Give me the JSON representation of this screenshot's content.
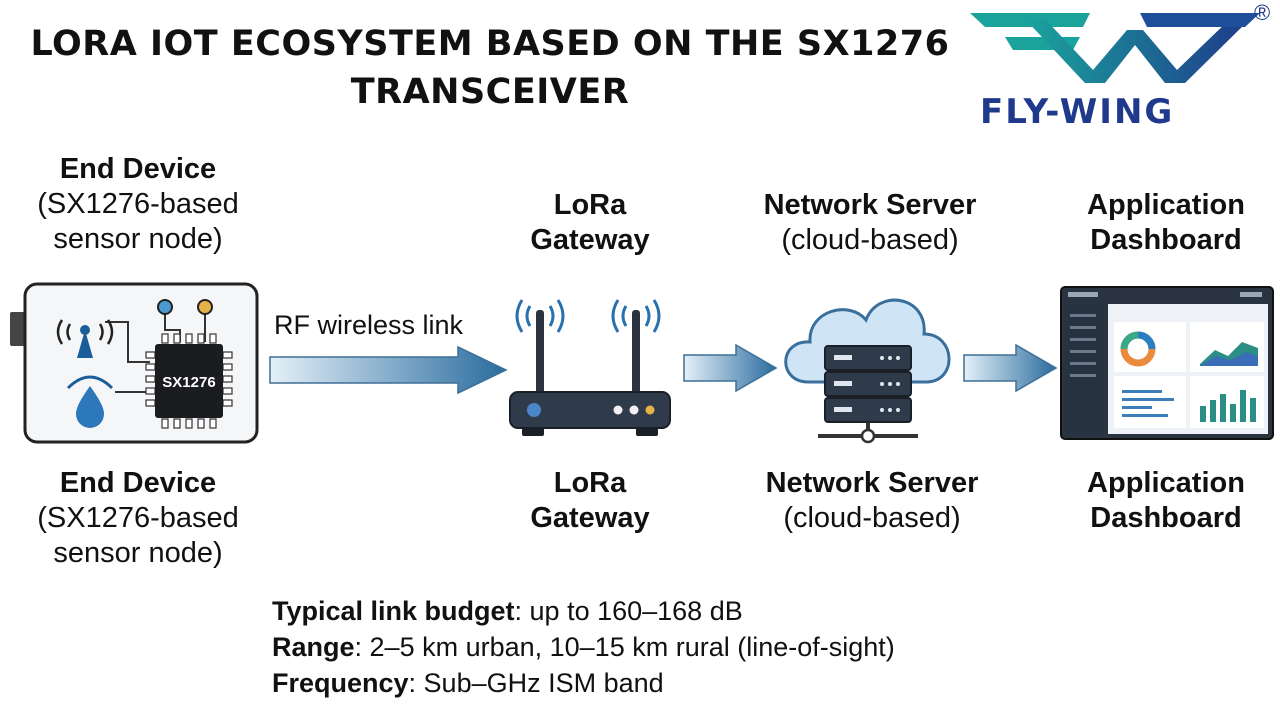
{
  "title": {
    "line1": "LORA IOT ECOSYSTEM BASED ON THE SX1276",
    "line2": "TRANSCEIVER"
  },
  "logo": {
    "text": "FLY-WING",
    "registered": "®",
    "colors": {
      "teal": "#1a9a9a",
      "blue": "#1f3a8c"
    }
  },
  "nodes": {
    "end_device": {
      "title": "End Device",
      "sub1": "(SX1276-based",
      "sub2": "sensor node)",
      "chip": "SX1276"
    },
    "gateway": {
      "title1": "LoRa",
      "title2": "Gateway"
    },
    "network_server": {
      "title": "Network Server",
      "sub": "(cloud-based)"
    },
    "dashboard": {
      "title1": "Application",
      "title2": "Dashboard"
    }
  },
  "link": {
    "label": "RF wireless link"
  },
  "info": [
    {
      "key": "Typical link budget",
      "value": ": up to 160–168 dB"
    },
    {
      "key": "Range",
      "value": ": 2–5 km urban, 10–15 km rural (line-of-sight)"
    },
    {
      "key": "Frequency",
      "value": ": Sub–GHz ISM band"
    }
  ],
  "colors": {
    "arrow_dark": "#2d6a9a",
    "arrow_light": "#d6e8f4",
    "cloud": "#cde4f5"
  }
}
